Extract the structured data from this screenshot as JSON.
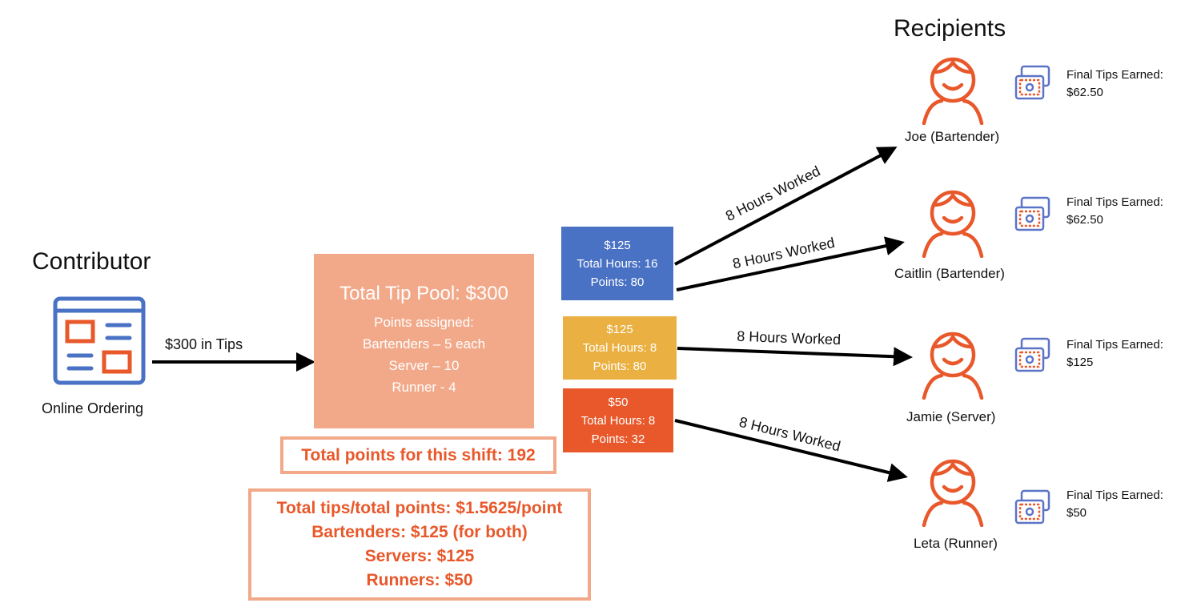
{
  "contributor": {
    "heading": "Contributor",
    "source_label": "Online Ordering",
    "flow_label": "$300 in Tips"
  },
  "tip_pool": {
    "title": "Total Tip Pool: $300",
    "lines": [
      "Points assigned:",
      "Bartenders – 5 each",
      "Server – 10",
      "Runner - 4"
    ]
  },
  "total_points": "Total points for this shift: 192",
  "summary": {
    "lines": [
      "Total tips/total points: $1.5625/point",
      "Bartenders: $125 (for both)",
      "Servers: $125",
      "Runners: $50"
    ]
  },
  "role_groups": [
    {
      "amount": "$125",
      "hours": "Total Hours: 16",
      "points": "Points: 80",
      "color": "#4a72c4"
    },
    {
      "amount": "$125",
      "hours": "Total Hours: 8",
      "points": "Points:  80",
      "color": "#eab041"
    },
    {
      "amount": "$50",
      "hours": "Total Hours: 8",
      "points": "Points: 32",
      "color": "#e8582a"
    }
  ],
  "edge_label": "8 Hours Worked",
  "recipients": {
    "heading": "Recipients",
    "people": [
      {
        "name": "Joe (Bartender)",
        "tips_label": "Final Tips Earned:",
        "tips_value": "$62.50"
      },
      {
        "name": "Caitlin (Bartender)",
        "tips_label": "Final Tips Earned:",
        "tips_value": "$62.50"
      },
      {
        "name": "Jamie (Server)",
        "tips_label": "Final Tips Earned:",
        "tips_value": "$125"
      },
      {
        "name": "Leta (Runner)",
        "tips_label": "Final Tips Earned:",
        "tips_value": "$50"
      }
    ]
  },
  "colors": {
    "blue": "#4a72c4",
    "orange": "#e8582a",
    "salmon": "#f2a98a",
    "yellow": "#eab041",
    "cash_blue": "#5b74c8"
  }
}
